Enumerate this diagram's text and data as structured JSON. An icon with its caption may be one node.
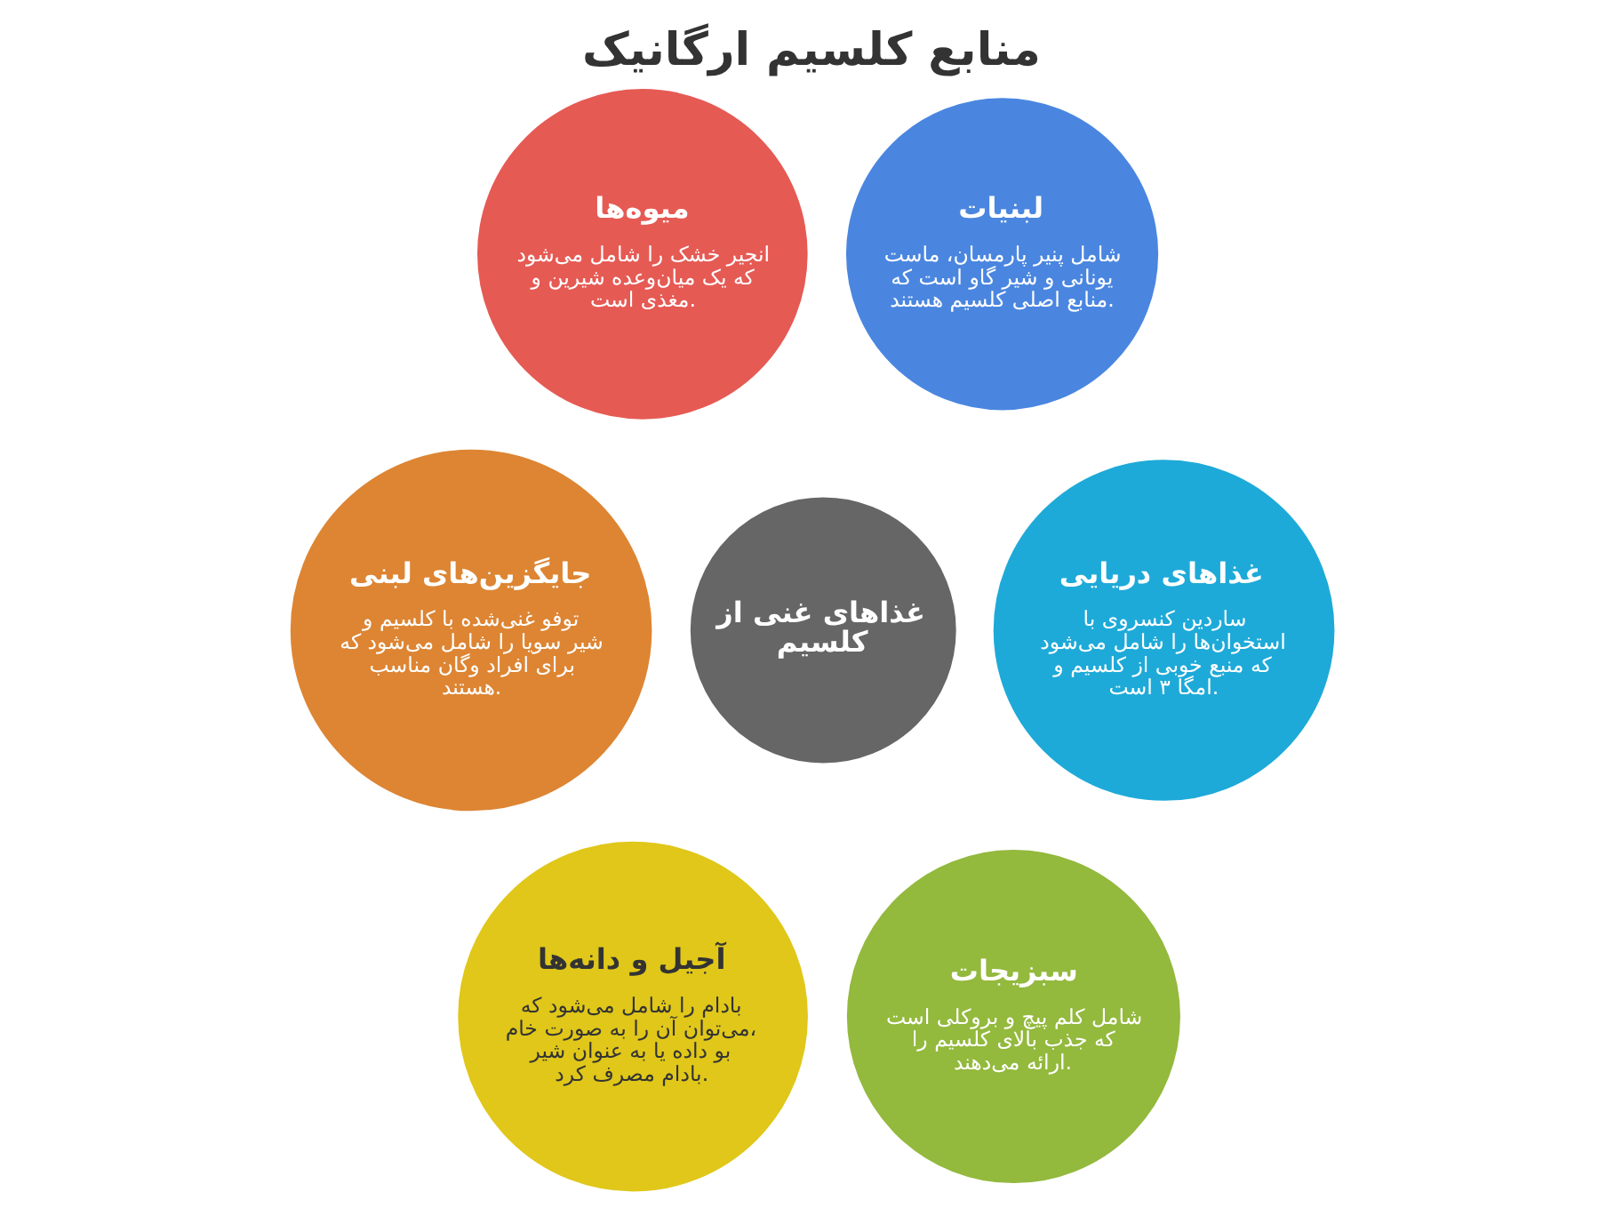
{
  "diagram": {
    "title": "منابع کلسیم ارگانیک",
    "nodes": [
      {
        "text": [
          "غذاهای غنی از کلسیم"
        ]
      },
      {
        "text": [
          "میوه‌ها",
          "انجیر خشک را شامل می‌شود که یک میان‌وعده شیرین و مغذی است."
        ]
      },
      {
        "text": [
          "لبنیات",
          "شامل پنیر پارمسان، ماست یونانی و شیر گاو است که منابع اصلی کلسیم هستند."
        ]
      },
      {
        "text": [
          "جایگزین‌های لبنی",
          "توفو غنی‌شده با کلسیم و شیر سویا را شامل می‌شود که برای افراد وگان مناسب هستند."
        ]
      },
      {
        "text": [
          "غذاهای دریایی",
          "ساردین کنسروی با استخوان‌ها را شامل می‌شود که منبع خوبی از کلسیم و امگا ۳ است."
        ]
      },
      {
        "text": [
          "آجیل و دانه‌ها",
          "بادام را شامل می‌شود که می‌توان آن را به صورت خام، بو داده یا به عنوان شیر بادام مصرف کرد."
        ]
      },
      {
        "text": [
          "سبزیجات",
          "شامل کلم پیچ و بروکلی است که جذب بالای کلسیم را ارائه می‌دهند."
        ]
      }
    ],
    "edges": []
  }
}
